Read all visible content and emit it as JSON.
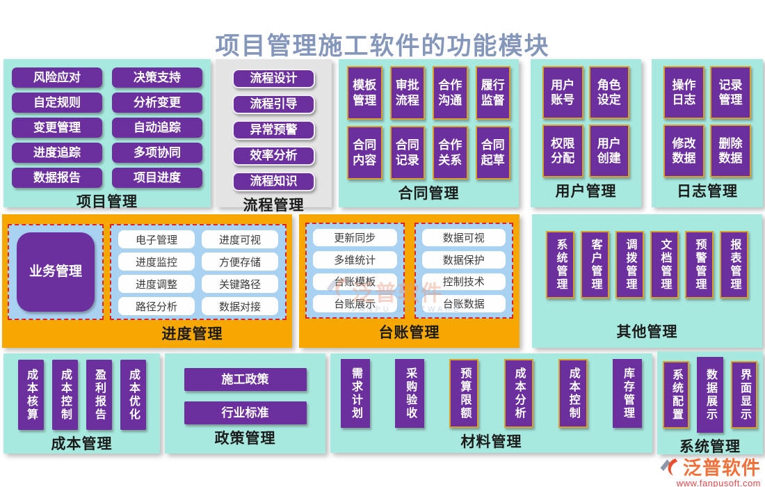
{
  "title": "项目管理施工软件的功能模块",
  "panels": {
    "project": {
      "label": "项目管理",
      "buttons": [
        "风险应对",
        "决策支持",
        "自定规则",
        "分析变更",
        "变更管理",
        "自动追踪",
        "进度追踪",
        "多项协同",
        "数据报告",
        "项目进度"
      ]
    },
    "process": {
      "label": "流程管理",
      "buttons": [
        "流程设计",
        "流程引导",
        "异常预警",
        "效率分析",
        "流程知识"
      ]
    },
    "contract": {
      "label": "合同管理",
      "buttons": [
        "模板管理",
        "审批流程",
        "合作沟通",
        "履行监督",
        "合同内容",
        "合同记录",
        "合作关系",
        "合同起草"
      ]
    },
    "user": {
      "label": "用户管理",
      "buttons": [
        "用户账号",
        "角色设定",
        "权限分配",
        "用户创建"
      ]
    },
    "log": {
      "label": "日志管理",
      "buttons": [
        "操作日志",
        "记录管理",
        "修改数据",
        "删除数据"
      ]
    },
    "schedule": {
      "label": "进度管理",
      "main_button": "业务管理",
      "left_buttons": [
        "电子管理",
        "进度监控",
        "进度调整",
        "路径分析"
      ],
      "right_buttons": [
        "进度可视",
        "方便存储",
        "关键路径",
        "数据对接"
      ]
    },
    "ledger": {
      "label": "台账管理",
      "left_buttons": [
        "更新同步",
        "多维统计",
        "台账模板",
        "台账展示"
      ],
      "right_buttons": [
        "数据可视",
        "数据保护",
        "控制技术",
        "台账数据"
      ]
    },
    "other": {
      "label": "其他管理",
      "buttons": [
        "系统管理",
        "客户管理",
        "调拨管理",
        "文档管理",
        "预警管理",
        "报表管理"
      ]
    },
    "cost": {
      "label": "成本管理",
      "buttons": [
        "成本核算",
        "成本控制",
        "盈利报告",
        "成本优化"
      ]
    },
    "policy": {
      "label": "政策管理",
      "buttons": [
        "施工政策",
        "行业标准"
      ]
    },
    "material": {
      "label": "材料管理",
      "buttons": [
        "需求计划",
        "采购验收",
        "预算限额",
        "成本分析",
        "成本控制",
        "库存管理"
      ]
    },
    "system": {
      "label": "系统管理",
      "buttons": [
        "系统配置",
        "数据展示",
        "界面显示"
      ]
    }
  },
  "watermark": {
    "brand": "泛普软件",
    "sub": "FANPU SOFTWARE"
  },
  "footer": {
    "brand": "泛普软件",
    "url": "www.fanpusoft.com"
  },
  "colors": {
    "teal": "#A7E9DE",
    "gray": "#E4E4E4",
    "orange": "#F6A800",
    "purple": "#6B2F9E",
    "gold_border": "#D9A02C",
    "blue_box": "#A8D1F2",
    "dash_red": "#DD2222",
    "title": "#8496BA",
    "brand_orange": "#F2703A",
    "url_red": "#DD4A4A"
  }
}
